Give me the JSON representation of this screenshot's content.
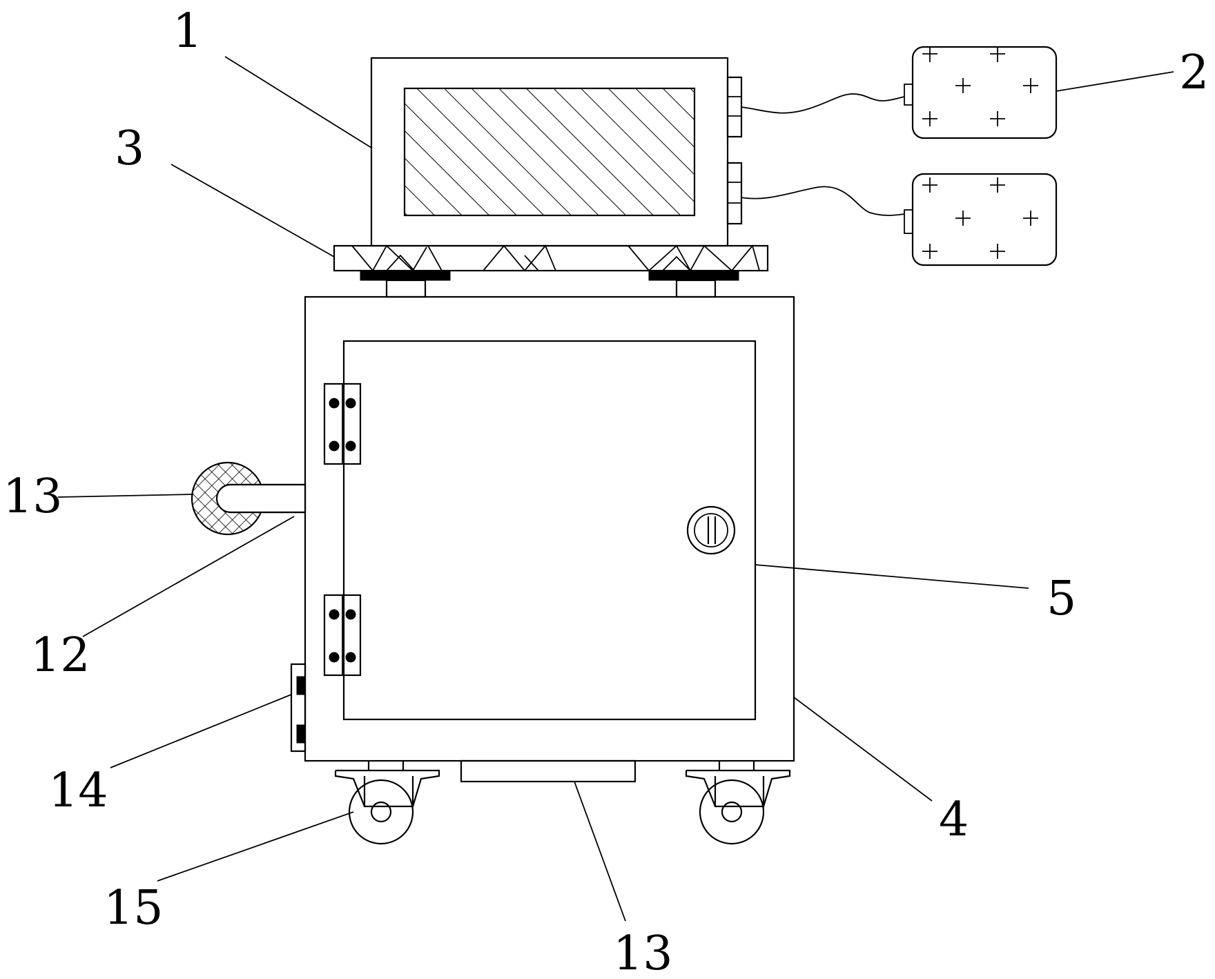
{
  "figure": {
    "background": "#ffffff",
    "line_color": "#000000"
  },
  "labels": {
    "l1": "1",
    "l2": "2",
    "l3": "3",
    "l4": "4",
    "l5": "5",
    "l12": "12",
    "l13_left": "13",
    "l13_bottom": "13",
    "l14": "14",
    "l15": "15"
  }
}
